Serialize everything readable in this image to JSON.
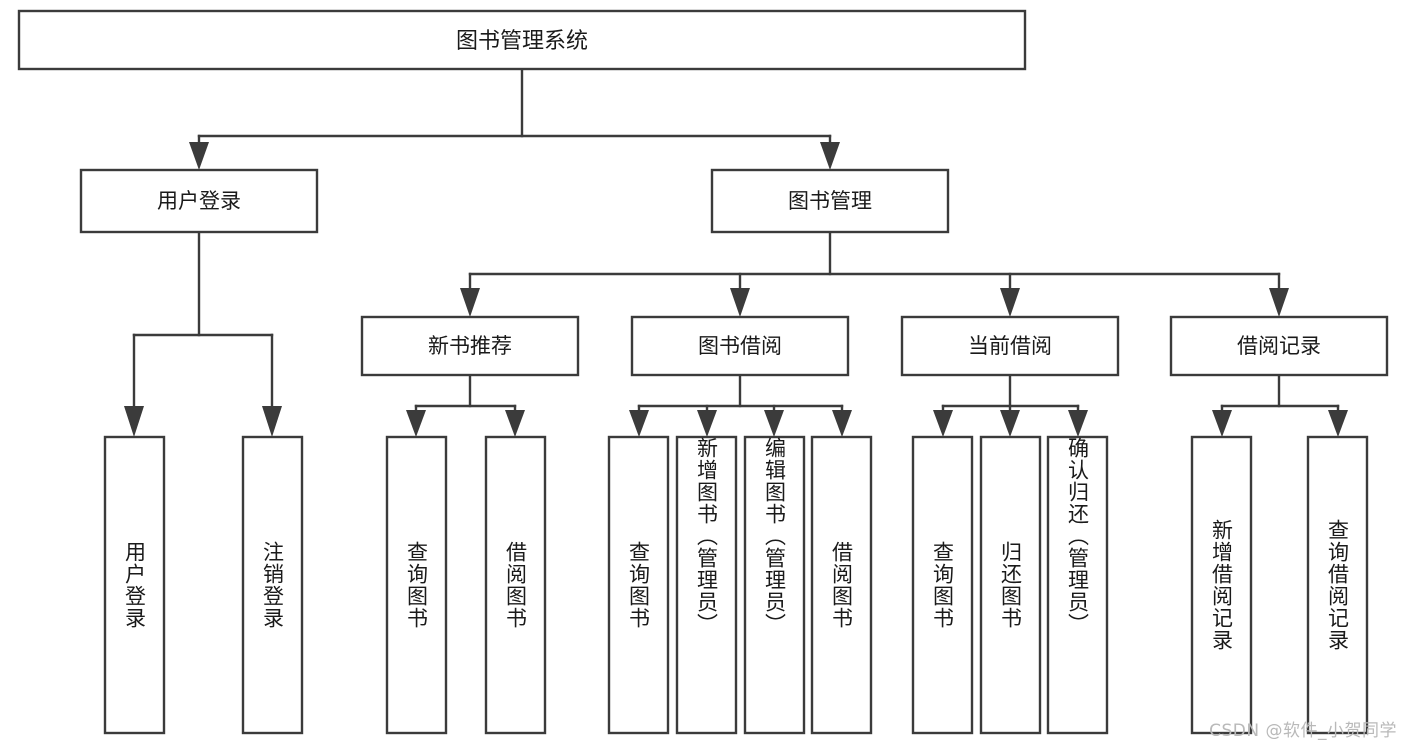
{
  "diagram": {
    "title": "图书管理系统",
    "type": "tree-hierarchy",
    "orientation": "top-down",
    "watermark": "CSDN @软件_小贺同学",
    "colors": {
      "stroke": "#3b3b3b",
      "fill": "#ffffff",
      "text": "#1a1a1a",
      "watermark": "#b9b9b9"
    },
    "root": {
      "label": "图书管理系统"
    },
    "level1": [
      {
        "label": "用户登录"
      },
      {
        "label": "图书管理"
      }
    ],
    "level2": [
      {
        "label": "新书推荐"
      },
      {
        "label": "图书借阅"
      },
      {
        "label": "当前借阅"
      },
      {
        "label": "借阅记录"
      }
    ],
    "leaves": {
      "user_login": [
        {
          "label": "用户登录"
        },
        {
          "label": "注销登录"
        }
      ],
      "new_book_recommend": [
        {
          "label": "查询图书"
        },
        {
          "label": "借阅图书"
        }
      ],
      "book_borrow": [
        {
          "label": "查询图书"
        },
        {
          "label": "新增图书（管理员）"
        },
        {
          "label": "编辑图书（管理员）"
        },
        {
          "label": "借阅图书"
        }
      ],
      "current_borrow": [
        {
          "label": "查询图书"
        },
        {
          "label": "归还图书"
        },
        {
          "label": "确认归还（管理员）"
        }
      ],
      "borrow_record": [
        {
          "label": "新增借阅记录"
        },
        {
          "label": "查询借阅记录"
        }
      ]
    }
  }
}
